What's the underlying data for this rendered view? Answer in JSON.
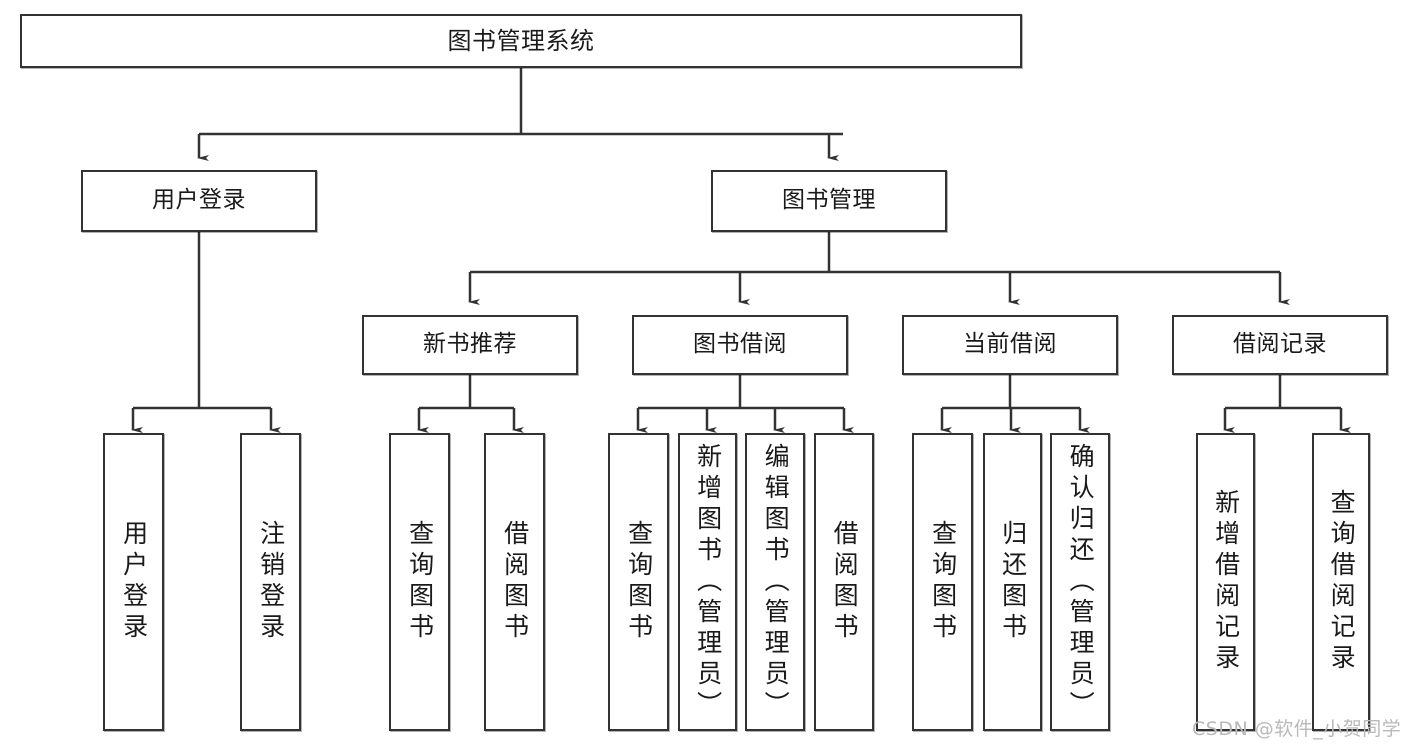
{
  "diagram": {
    "type": "tree",
    "title": "图书管理系统",
    "orientation": "top-down",
    "line_color": "#333333",
    "box_fill": "#ffffff",
    "nodes": {
      "root": {
        "label": "图书管理系统"
      },
      "level1": [
        {
          "id": "user_login",
          "label": "用户登录"
        },
        {
          "id": "book_mgmt",
          "label": "图书管理"
        }
      ],
      "level2": [
        {
          "id": "new_book_rec",
          "label": "新书推荐",
          "parent": "book_mgmt"
        },
        {
          "id": "book_borrow",
          "label": "图书借阅",
          "parent": "book_mgmt"
        },
        {
          "id": "current_borrow",
          "label": "当前借阅",
          "parent": "book_mgmt"
        },
        {
          "id": "borrow_record",
          "label": "借阅记录",
          "parent": "book_mgmt"
        }
      ],
      "leaves": [
        {
          "id": "leaf_user_login",
          "label": "用户登录",
          "parent": "user_login"
        },
        {
          "id": "leaf_user_logout",
          "label": "注销登录",
          "parent": "user_login"
        },
        {
          "id": "leaf_query_book_1",
          "label": "查询图书",
          "parent": "new_book_rec"
        },
        {
          "id": "leaf_borrow_book_1",
          "label": "借阅图书",
          "parent": "new_book_rec"
        },
        {
          "id": "leaf_query_book_2",
          "label": "查询图书",
          "parent": "book_borrow"
        },
        {
          "id": "leaf_add_book",
          "label": "新增图书（管理员）",
          "parent": "book_borrow"
        },
        {
          "id": "leaf_edit_book",
          "label": "编辑图书（管理员）",
          "parent": "book_borrow"
        },
        {
          "id": "leaf_borrow_book_2",
          "label": "借阅图书",
          "parent": "book_borrow"
        },
        {
          "id": "leaf_query_book_3",
          "label": "查询图书",
          "parent": "current_borrow"
        },
        {
          "id": "leaf_return_book",
          "label": "归还图书",
          "parent": "current_borrow"
        },
        {
          "id": "leaf_confirm_return",
          "label": "确认归还（管理员）",
          "parent": "current_borrow"
        },
        {
          "id": "leaf_add_record",
          "label": "新增借阅记录",
          "parent": "borrow_record"
        },
        {
          "id": "leaf_query_record",
          "label": "查询借阅记录",
          "parent": "borrow_record"
        }
      ]
    }
  },
  "watermark": {
    "text": "CSDN @软件_小贺同学"
  }
}
